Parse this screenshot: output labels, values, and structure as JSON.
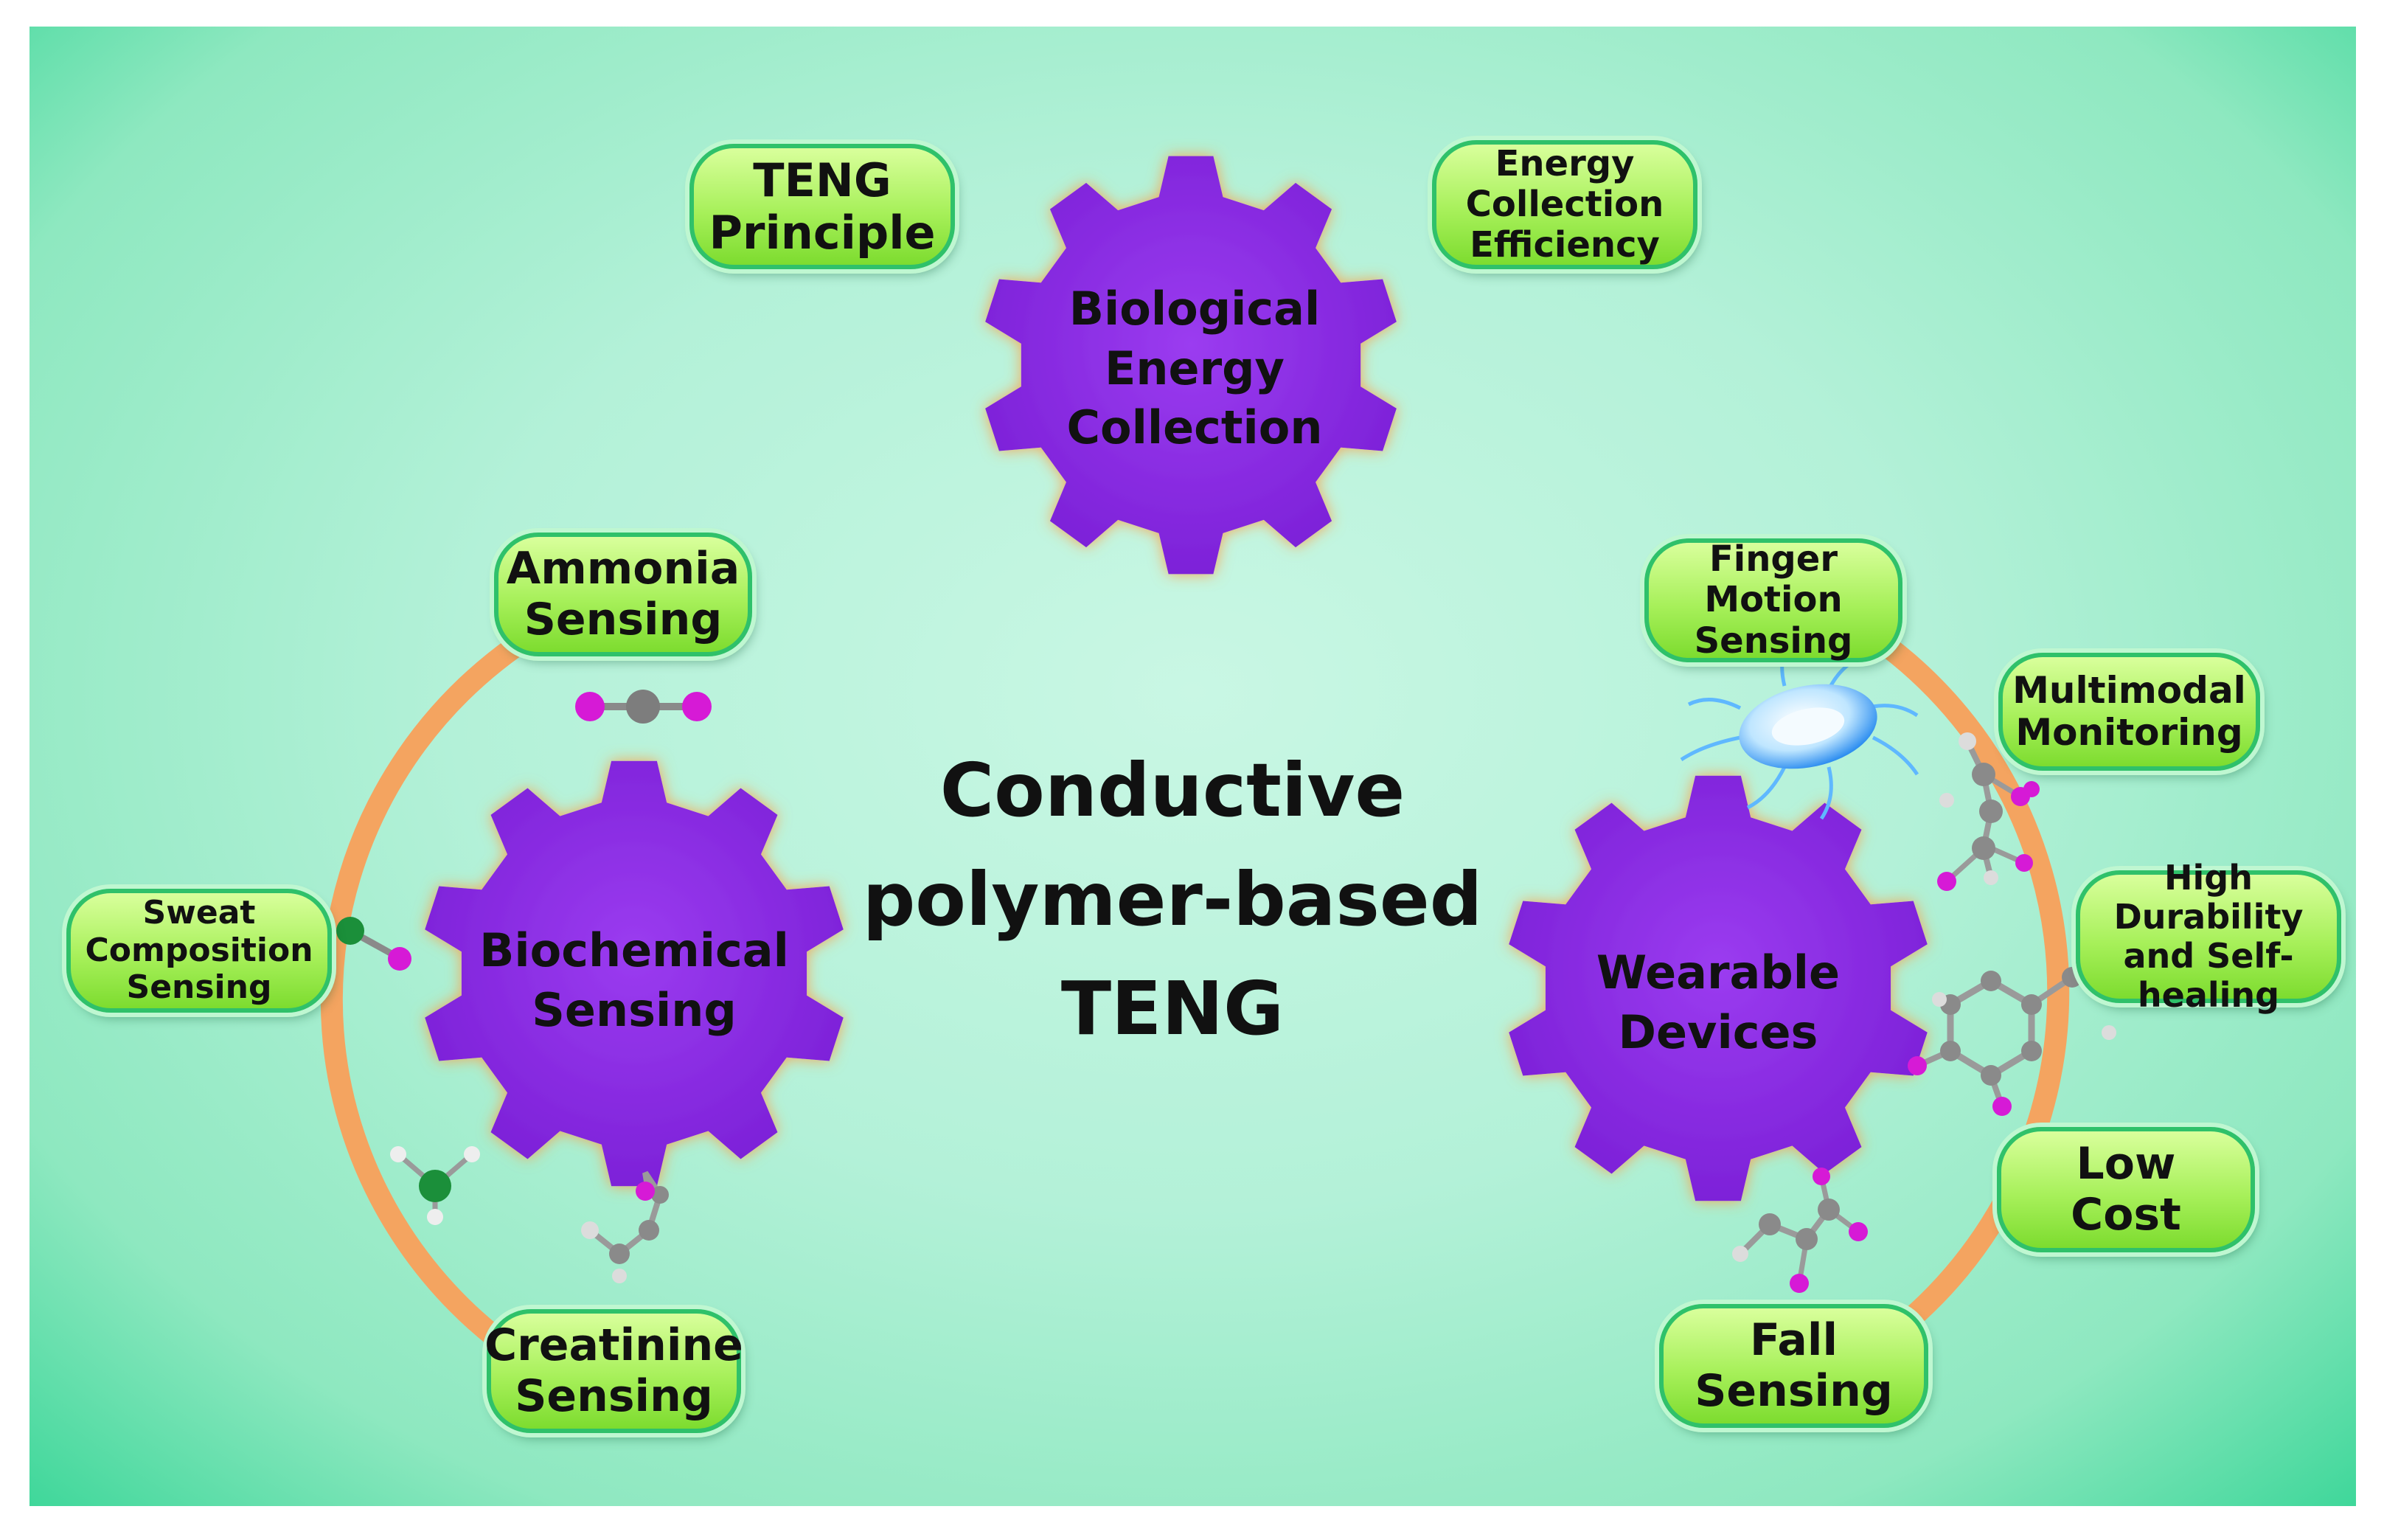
{
  "center_title": "Conductive\npolymer-based\nTENG",
  "gears": {
    "biological_energy": "Biological\nEnergy\nCollection",
    "biochemical": "Biochemical\nSensing",
    "wearable": "Wearable\nDevices"
  },
  "top_labels": {
    "teng_principle": "TENG\nPrinciple",
    "energy_efficiency": "Energy\nCollection\nEfficiency"
  },
  "biochemical_ring": {
    "ammonia": "Ammonia\nSensing",
    "sweat": "Sweat\nComposition\nSensing",
    "creatinine": "Creatinine\nSensing"
  },
  "wearable_ring": {
    "finger": "Finger Motion\nSensing",
    "multimodal": "Multimodal\nMonitoring",
    "durability": "High Durability\nand Self-\nhealing",
    "low_cost": "Low\nCost",
    "fall": "Fall\nSensing"
  },
  "colors": {
    "gear": "#8a2be2",
    "ring": "#f4a460",
    "pill_border": "#2fc16a",
    "atom_magenta": "#d61ad6",
    "atom_gray": "#8a8a8a"
  }
}
